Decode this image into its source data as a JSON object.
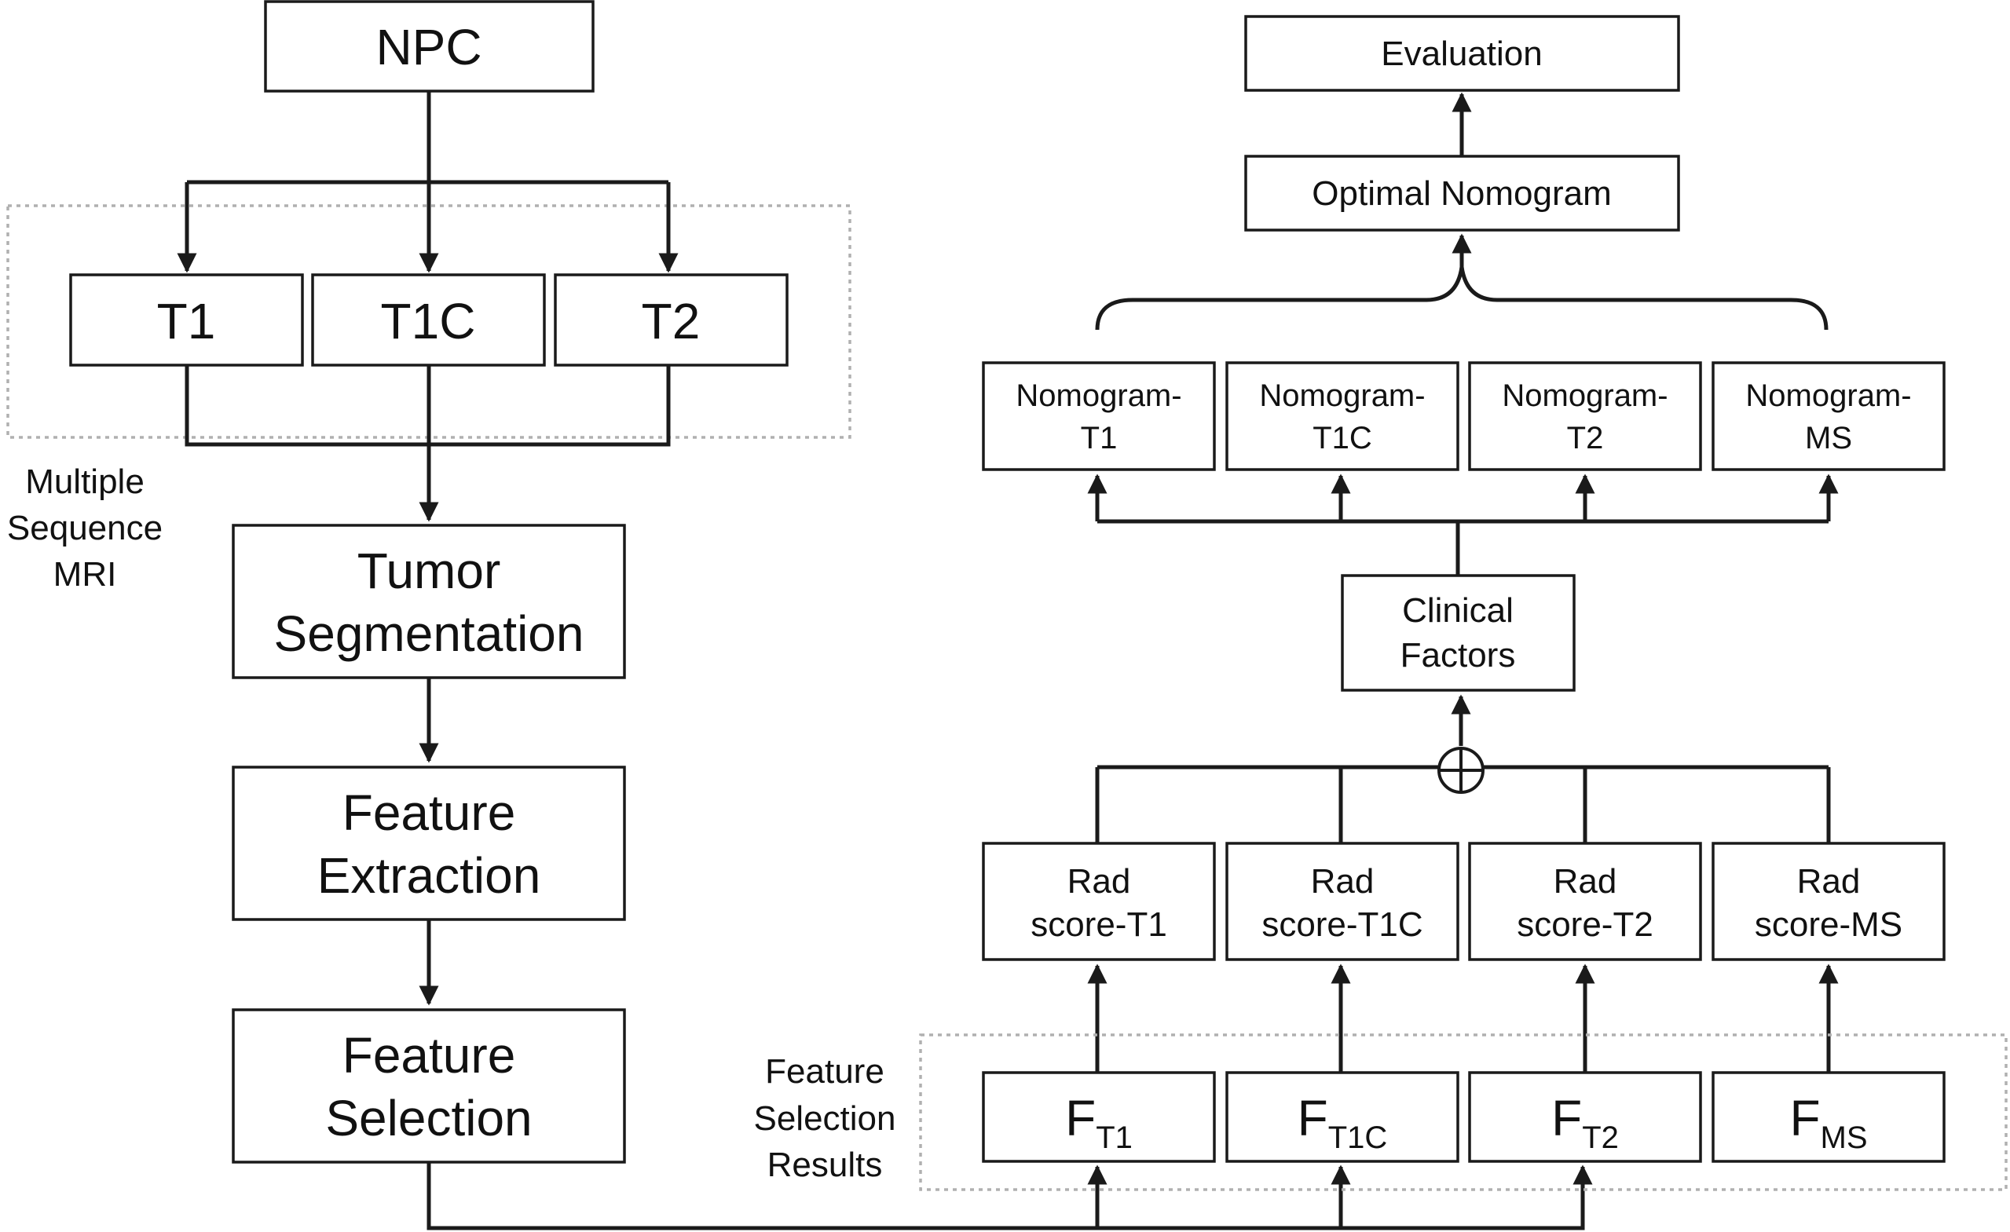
{
  "left": {
    "npc": "NPC",
    "sequences": [
      "T1",
      "T1C",
      "T2"
    ],
    "group_label": [
      "Multiple",
      "Sequence",
      "MRI"
    ],
    "segmentation": [
      "Tumor",
      "Segmentation"
    ],
    "extraction": [
      "Feature",
      "Extraction"
    ],
    "selection": [
      "Feature",
      "Selection"
    ]
  },
  "right": {
    "evaluation": "Evaluation",
    "optimal": "Optimal Nomogram",
    "nomograms": [
      [
        "Nomogram-",
        "T1"
      ],
      [
        "Nomogram-",
        "T1C"
      ],
      [
        "Nomogram-",
        "T2"
      ],
      [
        "Nomogram-",
        "MS"
      ]
    ],
    "clinical": [
      "Clinical",
      "Factors"
    ],
    "combine_symbol": "⊕",
    "radscores": [
      [
        "Rad",
        "score-T1"
      ],
      [
        "Rad",
        "score-T1C"
      ],
      [
        "Rad",
        "score-T2"
      ],
      [
        "Rad",
        "score-MS"
      ]
    ],
    "features": [
      {
        "main": "F",
        "sub": "T1"
      },
      {
        "main": "F",
        "sub": "T1C"
      },
      {
        "main": "F",
        "sub": "T2"
      },
      {
        "main": "F",
        "sub": "MS"
      }
    ],
    "results_label": [
      "Feature",
      "Selection",
      "Results"
    ]
  }
}
